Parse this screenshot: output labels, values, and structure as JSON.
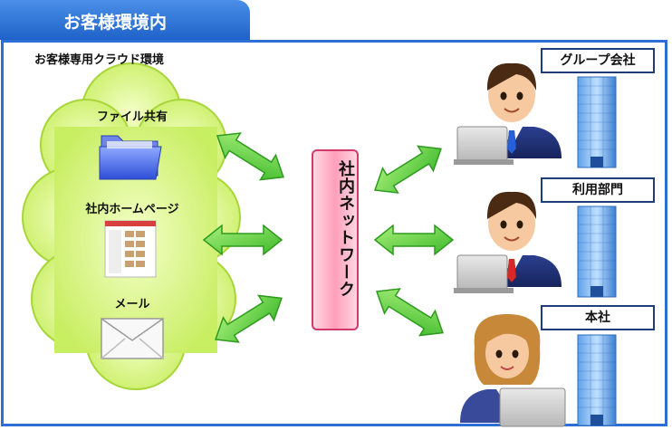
{
  "header": {
    "title": "お客様環境内"
  },
  "cloud": {
    "title": "お客様専用クラウド環境",
    "services": [
      {
        "label": "ファイル共有",
        "icon": "folder-icon"
      },
      {
        "label": "社内ホームページ",
        "icon": "webpage-icon"
      },
      {
        "label": "メール",
        "icon": "envelope-icon"
      }
    ]
  },
  "network": {
    "label": "社内ネットワーク"
  },
  "sites": [
    {
      "label": "グループ会社",
      "person": "businessman-icon"
    },
    {
      "label": "利用部門",
      "person": "businessman-icon"
    },
    {
      "label": "本社",
      "person": "businesswoman-icon"
    }
  ],
  "colors": {
    "header_blue": "#2e6fd6",
    "cloud_green": "#d9f58a",
    "arrow_green": "#5ccc3a",
    "network_pink": "#ff9fbb"
  }
}
